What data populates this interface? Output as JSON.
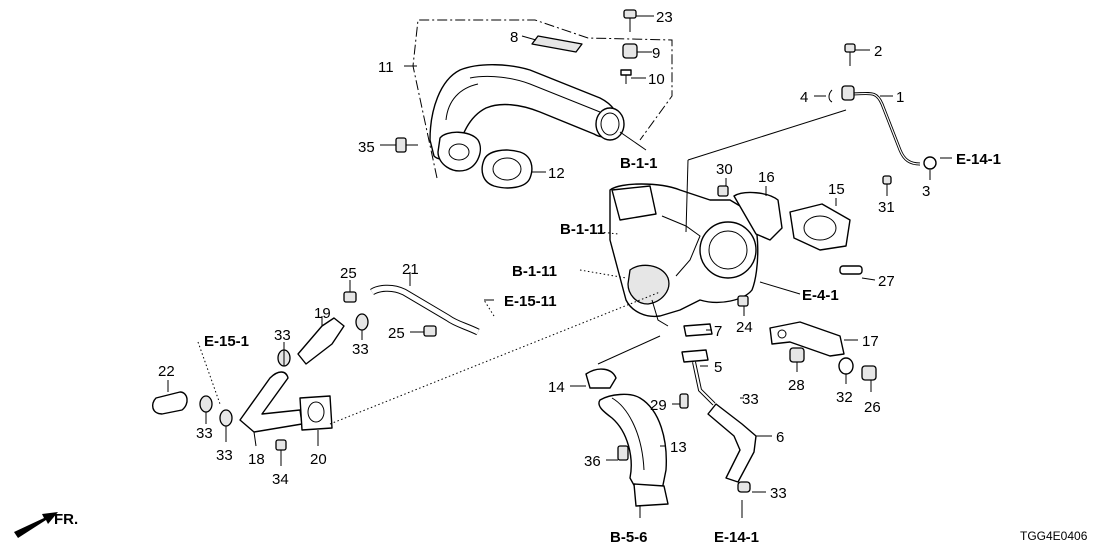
{
  "part_numbers": {
    "p1": "1",
    "p2": "2",
    "p3": "3",
    "p4": "4",
    "p5": "5",
    "p6": "6",
    "p7": "7",
    "p8": "8",
    "p9": "9",
    "p10": "10",
    "p11": "11",
    "p12": "12",
    "p13": "13",
    "p14": "14",
    "p15": "15",
    "p16": "16",
    "p17": "17",
    "p18": "18",
    "p19": "19",
    "p20": "20",
    "p21": "21",
    "p22": "22",
    "p23": "23",
    "p24": "24",
    "p25": "25",
    "p26": "26",
    "p27": "27",
    "p28": "28",
    "p29": "29",
    "p30": "30",
    "p31": "31",
    "p32": "32",
    "p33": "33",
    "p34": "34",
    "p35": "35",
    "p36": "36"
  },
  "references": {
    "b11": "B-1-1",
    "b111": "B-1-11",
    "e41": "E-4-1",
    "e141": "E-14-1",
    "e1511": "E-15-11",
    "e151": "E-15-1",
    "b56": "B-5-6"
  },
  "front_indicator": "FR.",
  "diagram_code": "TGG4E0406"
}
